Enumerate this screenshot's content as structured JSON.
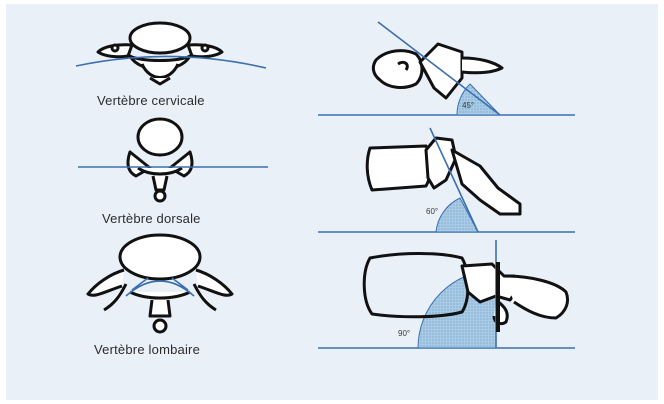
{
  "labels": {
    "cervical": "Vertèbre cervicale",
    "dorsal": "Vertèbre dorsale",
    "lumbar": "Vertèbre lombaire"
  },
  "angles": {
    "cervical": "45°",
    "dorsal": "60°",
    "lumbar": "90°"
  },
  "colors": {
    "background": "#eaf0f8",
    "line": "#3b6fb0",
    "fill": "#a9cbe6",
    "outline": "#111111"
  }
}
